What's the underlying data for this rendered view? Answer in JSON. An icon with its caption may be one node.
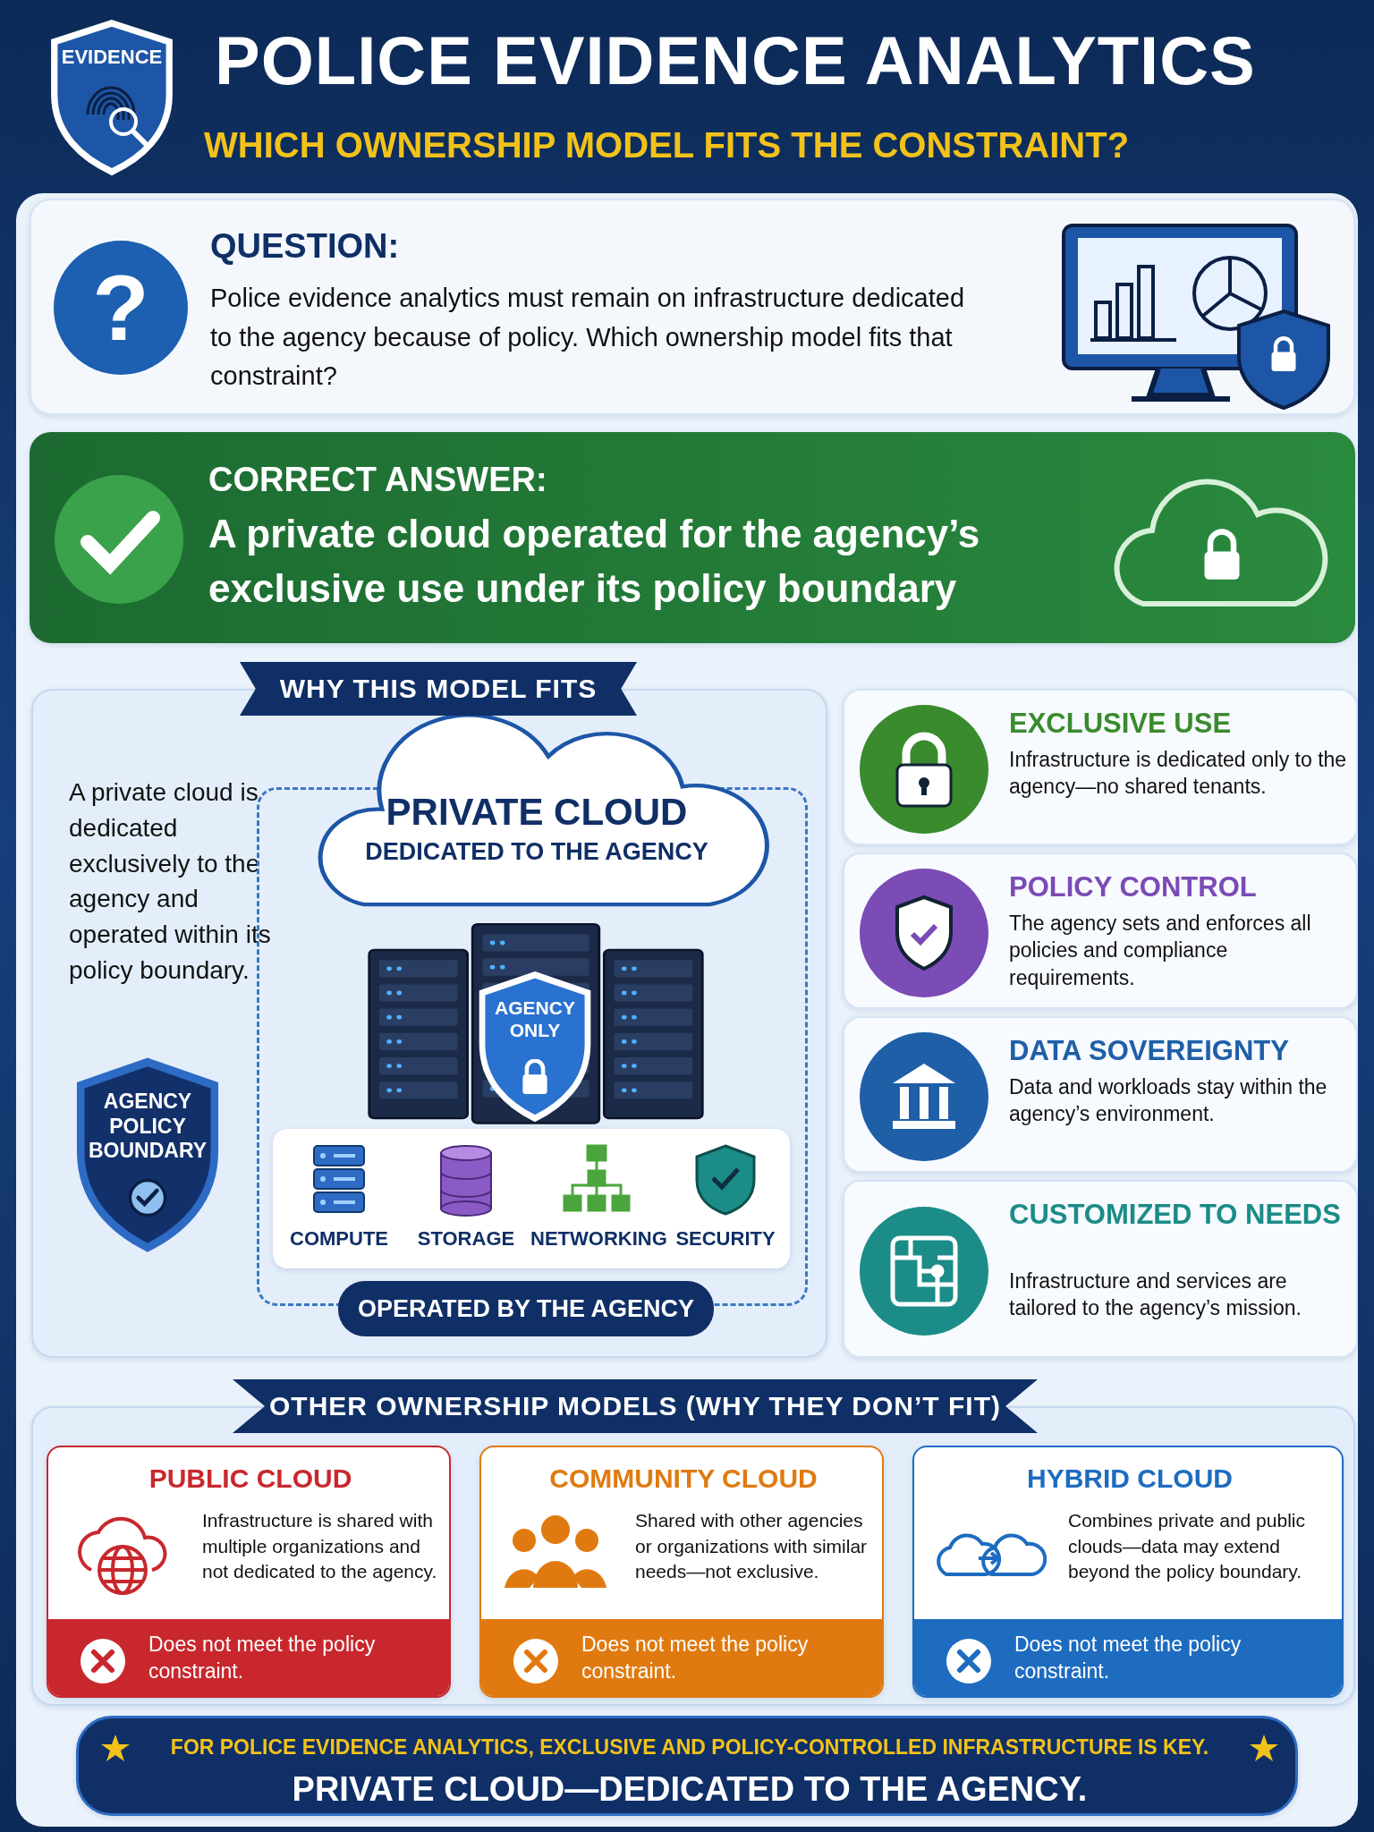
{
  "diagram": {
    "title": "POLICE EVIDENCE ANALYTICS",
    "nodes": [
      {
        "text": [
          "EVIDENCE"
        ]
      },
      {
        "text": [
          "QUESTION:",
          "Police evidence analytics must remain on infrastructure dedicated to the agency because of policy. Which ownership model fits that constraint?"
        ]
      },
      {
        "text": [
          "CORRECT ANSWER:",
          "A private cloud operated for the agency’s exclusive use under its policy boundary"
        ]
      },
      {
        "text": [
          "WHY THIS MODEL FITS"
        ]
      },
      {
        "text": [
          "A private cloud is dedicated exclusively to the agency and operated within its policy boundary."
        ]
      },
      {
        "text": [
          "AGENCY POLICY BOUNDARY"
        ],
        "in": 4
      },
      {
        "text": [
          "PRIVATE CLOUD",
          "DEDICATED TO THE AGENCY"
        ],
        "in": 4
      },
      {
        "text": [
          "AGENCY ONLY"
        ],
        "in": 4
      },
      {
        "text": [
          "COMPUTE"
        ],
        "in": 4
      },
      {
        "text": [
          "STORAGE"
        ],
        "in": 4
      },
      {
        "text": [
          "NETWORKING"
        ],
        "in": 4
      },
      {
        "text": [
          "SECURITY"
        ],
        "in": 4
      },
      {
        "text": [
          "OPERATED BY THE AGENCY"
        ],
        "in": 4
      },
      {
        "text": [
          "EXCLUSIVE USE",
          "Infrastructure is dedicated only to the agency—no shared tenants."
        ]
      },
      {
        "text": [
          "POLICY CONTROL",
          "The agency sets and enforces all policies and compliance requirements."
        ]
      },
      {
        "text": [
          "DATA SOVEREIGNTY",
          "Data and workloads stay within the agency’s environment."
        ]
      },
      {
        "text": [
          "CUSTOMIZED TO NEEDS",
          "Infrastructure and services are tailored to the agency’s mission."
        ]
      },
      {
        "text": [
          "OTHER OWNERSHIP MODELS (WHY THEY DON’T FIT)"
        ]
      },
      {
        "text": [],
        "shape": "box"
      },
      {
        "text": [
          "PUBLIC CLOUD",
          "Infrastructure is shared with multiple organizations and not dedicated to the agency.",
          "Does not meet the policy constraint."
        ],
        "in": 18
      },
      {
        "text": [
          "COMMUNITY CLOUD",
          "Shared with other agencies or organizations with similar needs—not exclusive.",
          "Does not meet the policy constraint."
        ],
        "in": 18
      },
      {
        "text": [
          "HYBRID CLOUD",
          "Combines private and public clouds—data may extend beyond the policy boundary.",
          "Does not meet the policy constraint."
        ],
        "in": 18
      },
      {
        "text": [
          "FOR POLICE EVIDENCE ANALYTICS, EXCLUSIVE AND POLICY-CONTROLLED INFRASTRUCTURE IS KEY.",
          "PRIVATE CLOUD—DEDICATED TO THE AGENCY."
        ]
      }
    ],
    "labels": [
      "WHICH OWNERSHIP MODEL FITS THE CONSTRAINT?",
      "?"
    ]
  }
}
